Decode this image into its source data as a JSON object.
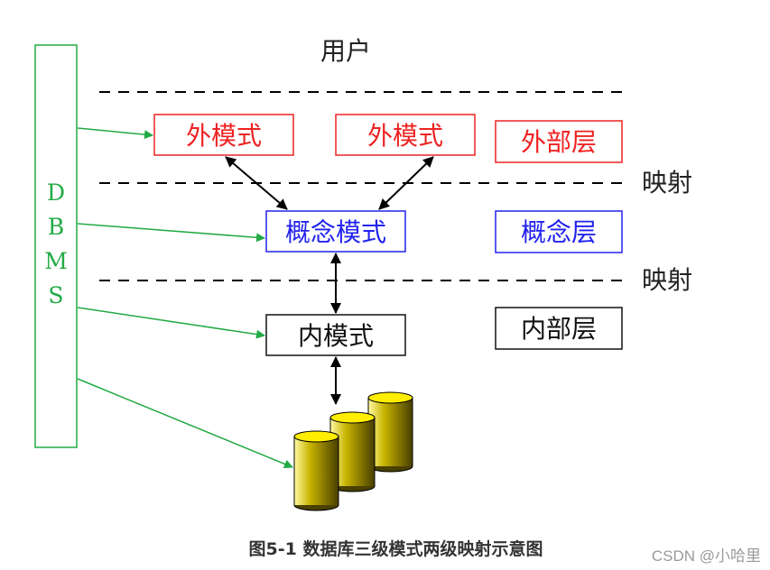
{
  "user_label": "用户",
  "dbms_letters": [
    "D",
    "B",
    "M",
    "S"
  ],
  "external_schemas": [
    "外模式",
    "外模式"
  ],
  "conceptual_schema": "概念模式",
  "internal_schema": "内模式",
  "layers": {
    "external": "外部层",
    "conceptual": "概念层",
    "internal": "内部层"
  },
  "mapping_labels": [
    "映射",
    "映射"
  ],
  "caption": "图5-1  数据库三级模式两级映射示意图",
  "watermark": "CSDN @小哈里",
  "colors": {
    "external": "#ee2222",
    "conceptual": "#2222ee",
    "internal": "#111111",
    "dbms": "#22aa44",
    "cylinder_top": "#ffee00",
    "cylinder_body_dark": "#4a4000"
  }
}
